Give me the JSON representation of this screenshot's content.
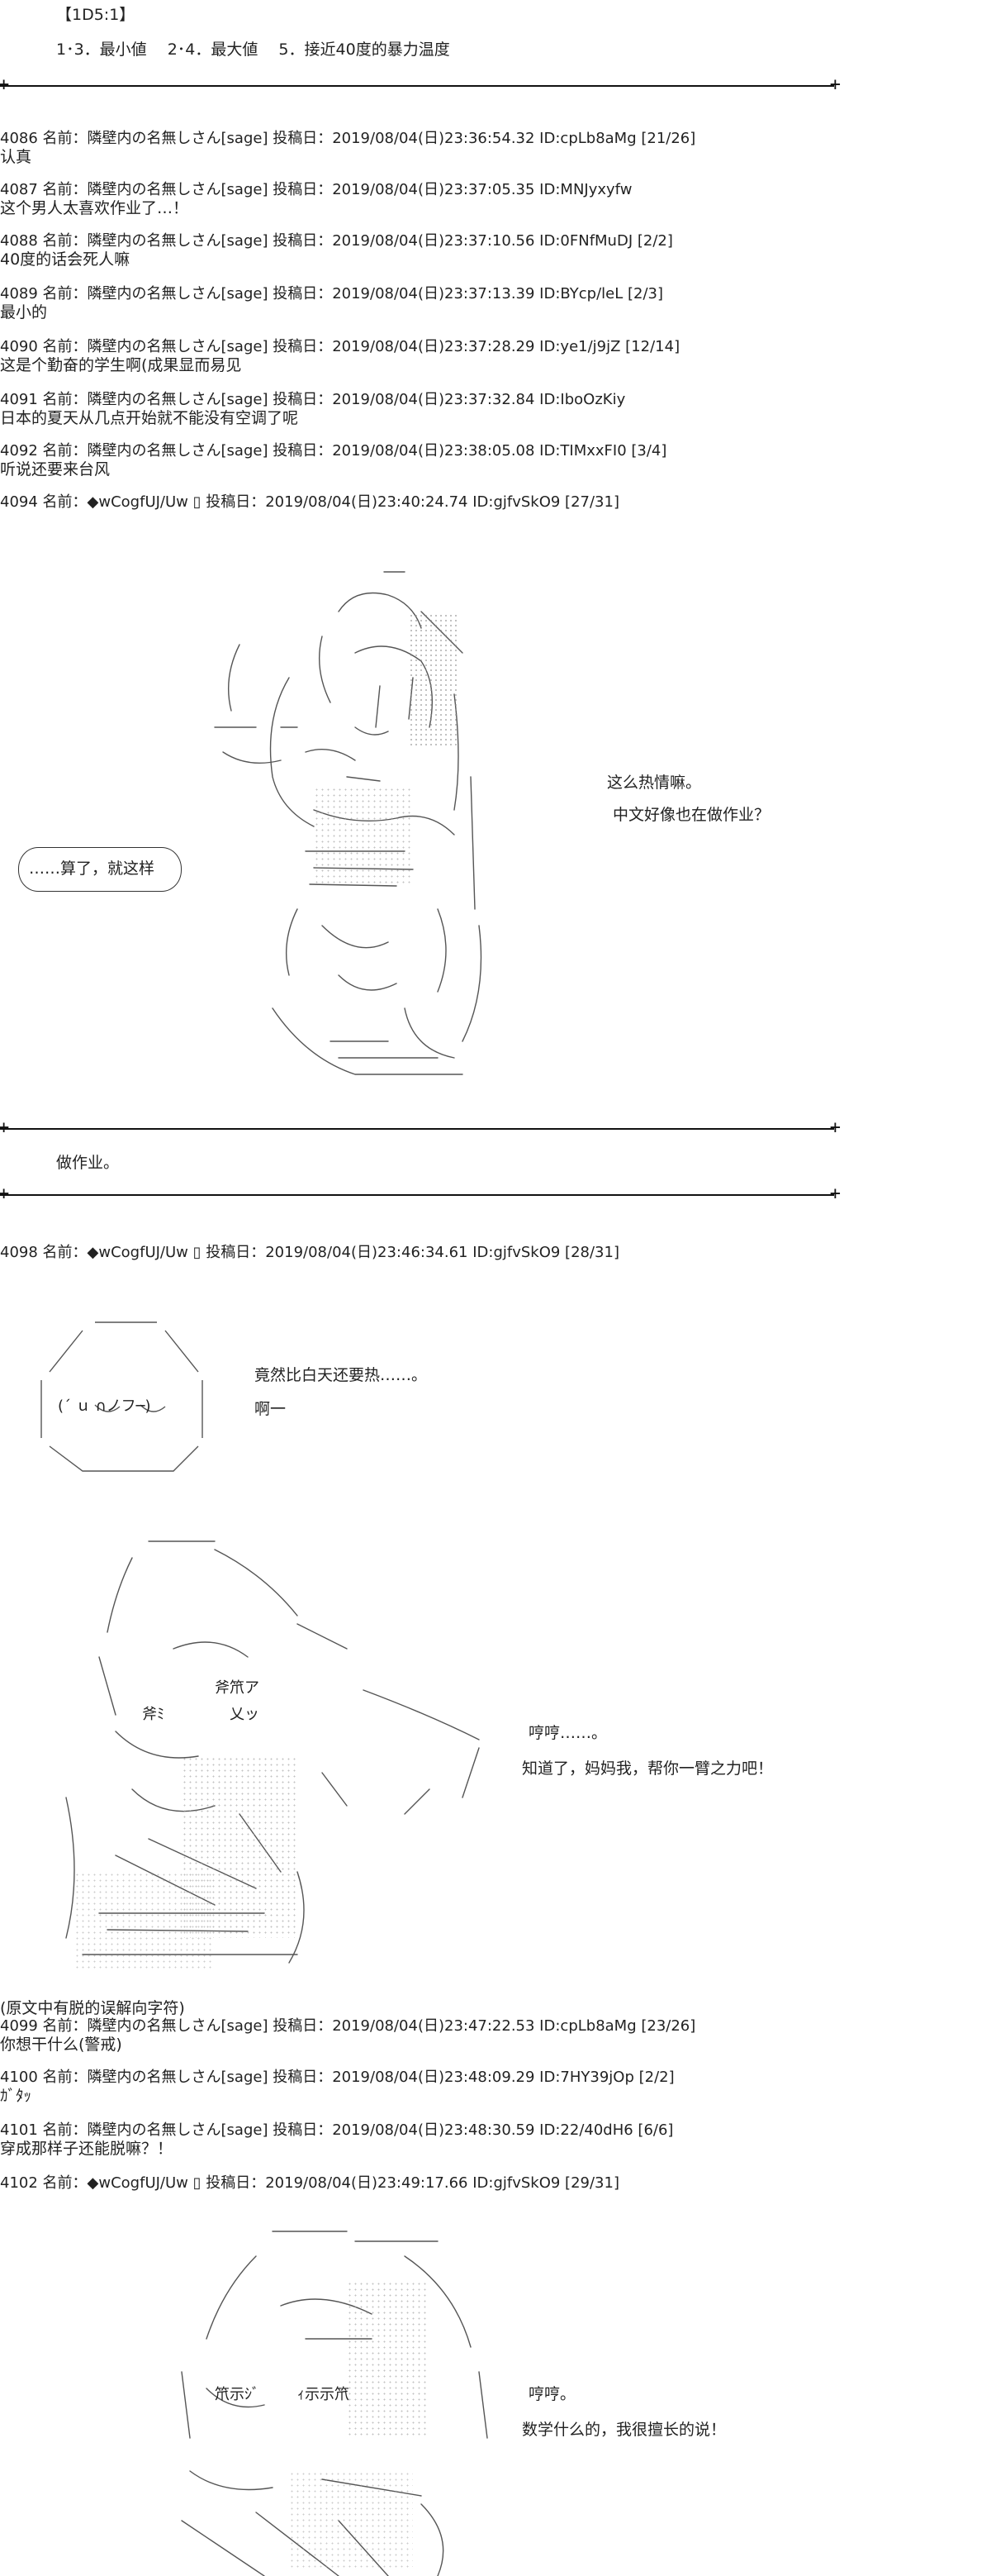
{
  "header": {
    "tag": "【1D5:1】",
    "options": "1･3．最小値　 2･4．最大値　 5．接近40度的暴力温度"
  },
  "posts_a": [
    {
      "meta": "4086 名前：隣壁内の名無しさん[sage] 投稿日：2019/08/04(日)23:36:54.32 ID:cpLb8aMg [21/26]",
      "body": "认真"
    },
    {
      "meta": "4087 名前：隣壁内の名無しさん[sage] 投稿日：2019/08/04(日)23:37:05.35 ID:MNJyxyfw",
      "body": "这个男人太喜欢作业了…！"
    },
    {
      "meta": "4088 名前：隣壁内の名無しさん[sage] 投稿日：2019/08/04(日)23:37:10.56 ID:0FNfMuDJ [2/2]",
      "body": "40度的话会死人嘛"
    },
    {
      "meta": "4089 名前：隣壁内の名無しさん[sage] 投稿日：2019/08/04(日)23:37:13.39 ID:BYcp/leL [2/3]",
      "body": "最小的"
    },
    {
      "meta": "4090 名前：隣壁内の名無しさん[sage] 投稿日：2019/08/04(日)23:37:28.29 ID:ye1/j9jZ [12/14]",
      "body": "这是个勤奋的学生啊(成果显而易见"
    },
    {
      "meta": "4091 名前：隣壁内の名無しさん[sage] 投稿日：2019/08/04(日)23:37:32.84 ID:IboOzKiy",
      "body": "日本的夏天从几点开始就不能没有空调了呢"
    },
    {
      "meta": "4092 名前：隣壁内の名無しさん[sage] 投稿日：2019/08/04(日)23:38:05.08 ID:TIMxxFI0 [3/4]",
      "body": "听说还要来台风"
    }
  ],
  "post_4094": {
    "meta": "4094 名前：◆wCogfUJ/Uw ▯ 投稿日：2019/08/04(日)23:40:24.74 ID:gjfvSkO9 [27/31]",
    "bubble": "……算了，就这样",
    "line1": "这么热情嘛。",
    "line2": "中文好像也在做作业？"
  },
  "caption_1": "做作业。",
  "post_4098": {
    "meta": "4098 名前：◆wCogfUJ/Uw ▯ 投稿日：2019/08/04(日)23:46:34.61 ID:gjfvSkO9 [28/31]",
    "line1": "竟然比白天还要热……。",
    "line2": "啊一",
    "line3": "哼哼……。",
    "line4": "知道了，妈妈我，帮你一臂之力吧！",
    "art_text_a": "(´ ｕ  ∩ノフ─)",
    "art_text_b": "斧笊ア",
    "art_text_c": "斧ﾐ",
    "art_text_d": "乂ッ"
  },
  "note": "(原文中有脱的误解向字符)",
  "posts_b": [
    {
      "meta": "4099 名前：隣壁内の名無しさん[sage] 投稿日：2019/08/04(日)23:47:22.53 ID:cpLb8aMg [23/26]",
      "body": "你想干什么(警戒)"
    },
    {
      "meta": "4100 名前：隣壁内の名無しさん[sage] 投稿日：2019/08/04(日)23:48:09.29 ID:7HY39jOp [2/2]",
      "body": "ｶﾞﾀｯ"
    },
    {
      "meta": "4101 名前：隣壁内の名無しさん[sage] 投稿日：2019/08/04(日)23:48:30.59 ID:22/40dH6 [6/6]",
      "body": "穿成那样子还能脱嘛？！"
    }
  ],
  "post_4102": {
    "meta": "4102 名前：◆wCogfUJ/Uw ▯ 投稿日：2019/08/04(日)23:49:17.66 ID:gjfvSkO9 [29/31]",
    "line1": "哼哼。",
    "line2": "数学什么的，我很擅长的说！",
    "art_text_a": "笊示ｼﾞ",
    "art_text_b": "ｨ示示笊"
  }
}
